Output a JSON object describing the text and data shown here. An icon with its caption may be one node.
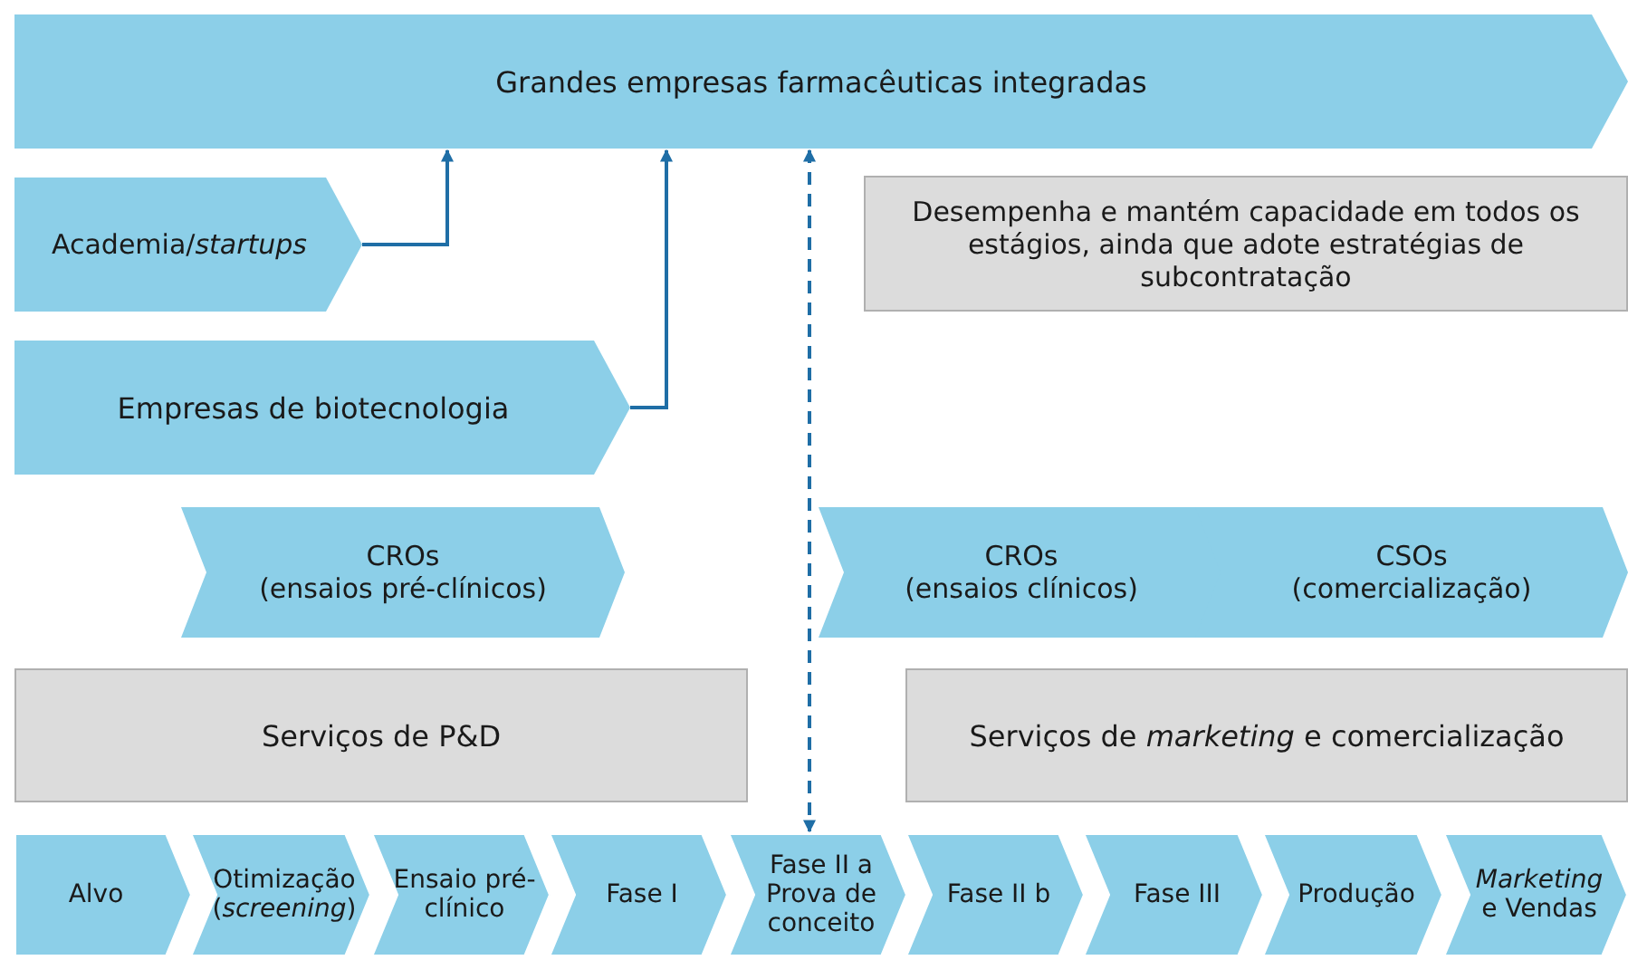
{
  "diagram": {
    "nodes": [
      {
        "text": [
          "Grandes empresas farmacêuticas integradas"
        ]
      },
      {
        "text": [
          "Academia/*startups*"
        ]
      },
      {
        "text": [
          "Desempenha e mantém capacidade em todos os estágios, ainda que adote estratégias de subcontratação"
        ]
      },
      {
        "text": [
          "Empresas de biotecnologia"
        ]
      },
      {
        "text": [
          "CROs",
          "(ensaios pré-clínicos)"
        ]
      },
      {
        "text": [
          "CROs",
          "(ensaios clínicos)"
        ]
      },
      {
        "text": [
          "CSOs",
          "(comercialização)"
        ]
      },
      {
        "text": [
          "Serviços de P&D"
        ]
      },
      {
        "text": [
          "Serviços de *marketing* e comercialização"
        ]
      },
      {
        "text": [
          "Alvo"
        ]
      },
      {
        "text": [
          "Otimização (*screening*)"
        ]
      },
      {
        "text": [
          "Ensaio pré-clínico"
        ]
      },
      {
        "text": [
          "Fase I"
        ]
      },
      {
        "text": [
          "Fase II a Prova de conceito"
        ]
      },
      {
        "text": [
          "Fase II b"
        ]
      },
      {
        "text": [
          "Fase III"
        ]
      },
      {
        "text": [
          "Produção"
        ]
      },
      {
        "text": [
          "*Marketing* e Vendas"
        ]
      }
    ],
    "edges": [
      {
        "from": 1,
        "to": 0,
        "arrow": "to"
      },
      {
        "from": 3,
        "to": 0,
        "arrow": "to"
      },
      {
        "from": 0,
        "to": 13,
        "arrow": "both",
        "style": "dashed"
      }
    ]
  }
}
